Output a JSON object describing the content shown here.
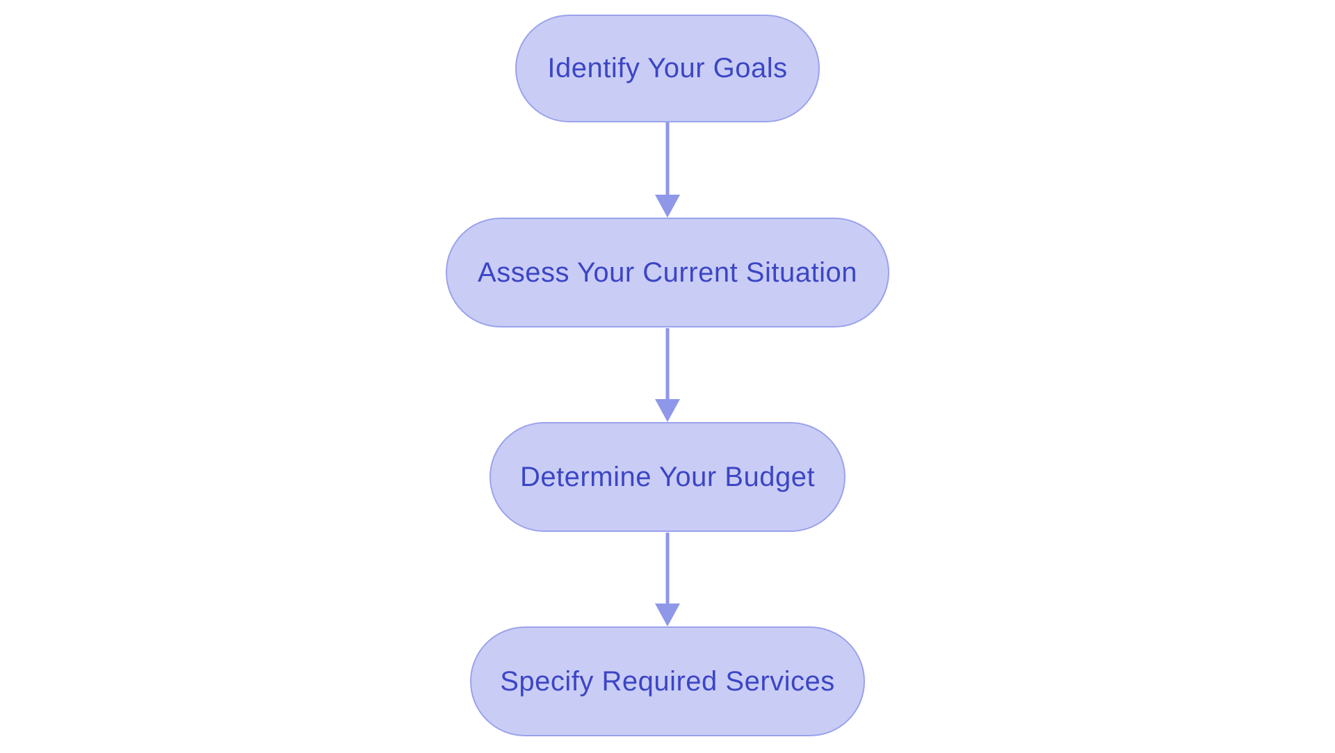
{
  "diagram": {
    "type": "flowchart",
    "direction": "top-down",
    "colors": {
      "background": "#ffffff",
      "node_fill": "#c9cdf5",
      "node_border": "#9aa2ec",
      "node_text": "#3c45c5",
      "arrow": "#8f97e9"
    },
    "nodes": [
      {
        "id": "n1",
        "label": "Identify Your Goals"
      },
      {
        "id": "n2",
        "label": "Assess Your Current Situation"
      },
      {
        "id": "n3",
        "label": "Determine Your Budget"
      },
      {
        "id": "n4",
        "label": "Specify Required Services"
      }
    ],
    "edges": [
      {
        "from": "n1",
        "to": "n2",
        "style": "arrow-down"
      },
      {
        "from": "n2",
        "to": "n3",
        "style": "arrow-down"
      },
      {
        "from": "n3",
        "to": "n4",
        "style": "arrow-down"
      }
    ]
  }
}
